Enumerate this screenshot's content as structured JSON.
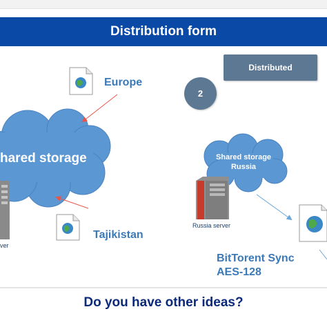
{
  "title": "Distribution form",
  "badge": "Distributed",
  "step_number": "2",
  "labels": {
    "europe": "Europe",
    "tajikistan": "Tajikistan",
    "bittorrent_line1": "BitTorent Sync",
    "bittorrent_line2": "AES-128"
  },
  "clouds": {
    "main": "hared storage",
    "russia_line1": "Shared storage",
    "russia_line2": "Russia"
  },
  "servers": {
    "russia_caption": "Russia server",
    "left_caption": "ver"
  },
  "question": "Do you have other ideas?",
  "colors": {
    "title_bar": "#0a4aa6",
    "badge": "#5d7893",
    "cloud": "#5b97d3",
    "label_blue": "#3b79b7",
    "arrow_red": "#e8564b",
    "arrow_blue": "#6aa7d9"
  },
  "icons": [
    "document-globe-icon",
    "server-icon",
    "cloud-icon"
  ]
}
